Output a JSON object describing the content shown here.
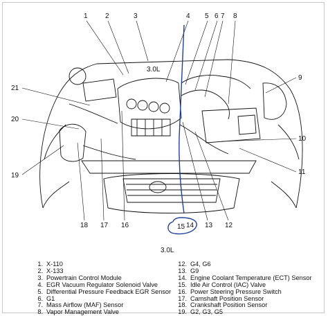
{
  "diagram": {
    "engine_label": "3.0L",
    "callouts": [
      "1",
      "2",
      "3",
      "4",
      "5",
      "6",
      "7",
      "8",
      "9",
      "10",
      "11",
      "12",
      "13",
      "14",
      "15",
      "16",
      "17",
      "18",
      "19",
      "20",
      "21"
    ]
  },
  "legend": {
    "left": [
      {
        "n": "1.",
        "text": "X-110"
      },
      {
        "n": "2.",
        "text": "X-133"
      },
      {
        "n": "3.",
        "text": "Powertrain Control Module"
      },
      {
        "n": "4.",
        "text": "EGR Vacuum Regulator Solenoid Valve"
      },
      {
        "n": "5.",
        "text": "Differential Pressure Feedback EGR Sensor"
      },
      {
        "n": "6.",
        "text": "G1"
      },
      {
        "n": "7.",
        "text": "Mass Airflow (MAF) Sensor"
      },
      {
        "n": "8.",
        "text": "Vapor Management Valve"
      }
    ],
    "right": [
      {
        "n": "12.",
        "text": "G4, G6"
      },
      {
        "n": "13.",
        "text": "G9"
      },
      {
        "n": "14.",
        "text": "Engine Coolant Temperature (ECT) Sensor"
      },
      {
        "n": "15.",
        "text": "Idle Air Control (IAC) Valve"
      },
      {
        "n": "16.",
        "text": "Power Steering Pressure Switch"
      },
      {
        "n": "17.",
        "text": "Camshaft Position Sensor"
      },
      {
        "n": "18.",
        "text": "Crankshaft Position Sensor"
      },
      {
        "n": "19.",
        "text": "G2, G3, G5"
      }
    ]
  },
  "colors": {
    "ink": "#111111",
    "annotation": "#1f3f9e"
  }
}
